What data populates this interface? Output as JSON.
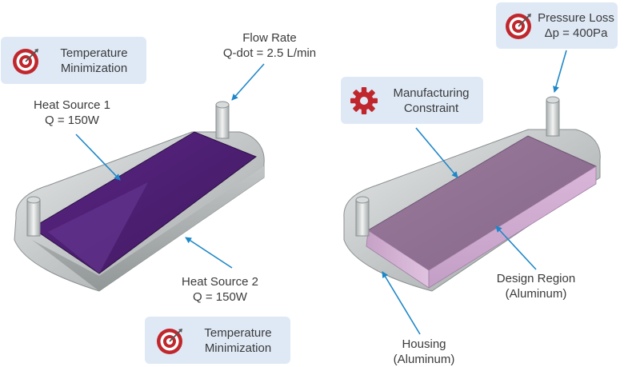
{
  "left_model": {
    "objective_top": {
      "line1": "Temperature",
      "line2": "Minimization",
      "icon": "target-icon"
    },
    "objective_bottom": {
      "line1": "Temperature",
      "line2": "Minimization",
      "icon": "target-icon"
    },
    "flow_rate": {
      "line1": "Flow Rate",
      "line2": "Q-dot = 2.5 L/min"
    },
    "heat_source_1": {
      "line1": "Heat Source 1",
      "line2": "Q = 150W"
    },
    "heat_source_2": {
      "line1": "Heat Source 2",
      "line2": "Q = 150W"
    }
  },
  "right_model": {
    "pressure_loss": {
      "line1": "Pressure Loss",
      "line2": "Δp = 400Pa",
      "icon": "target-icon"
    },
    "manufacturing": {
      "line1": "Manufacturing",
      "line2": "Constraint",
      "icon": "gear-icon"
    },
    "design_region": {
      "line1": "Design Region",
      "line2": "(Aluminum)"
    },
    "housing": {
      "line1": "Housing",
      "line2": "(Aluminum)"
    }
  },
  "colors": {
    "card_bg": "#dfe9f6",
    "arrow": "#1f87c8",
    "target_red": "#c0272d",
    "gear_red": "#c0272d",
    "heat_plate": "#4d1e70",
    "design_region": "#b89ab8",
    "housing_gray": "#c8cccc"
  }
}
